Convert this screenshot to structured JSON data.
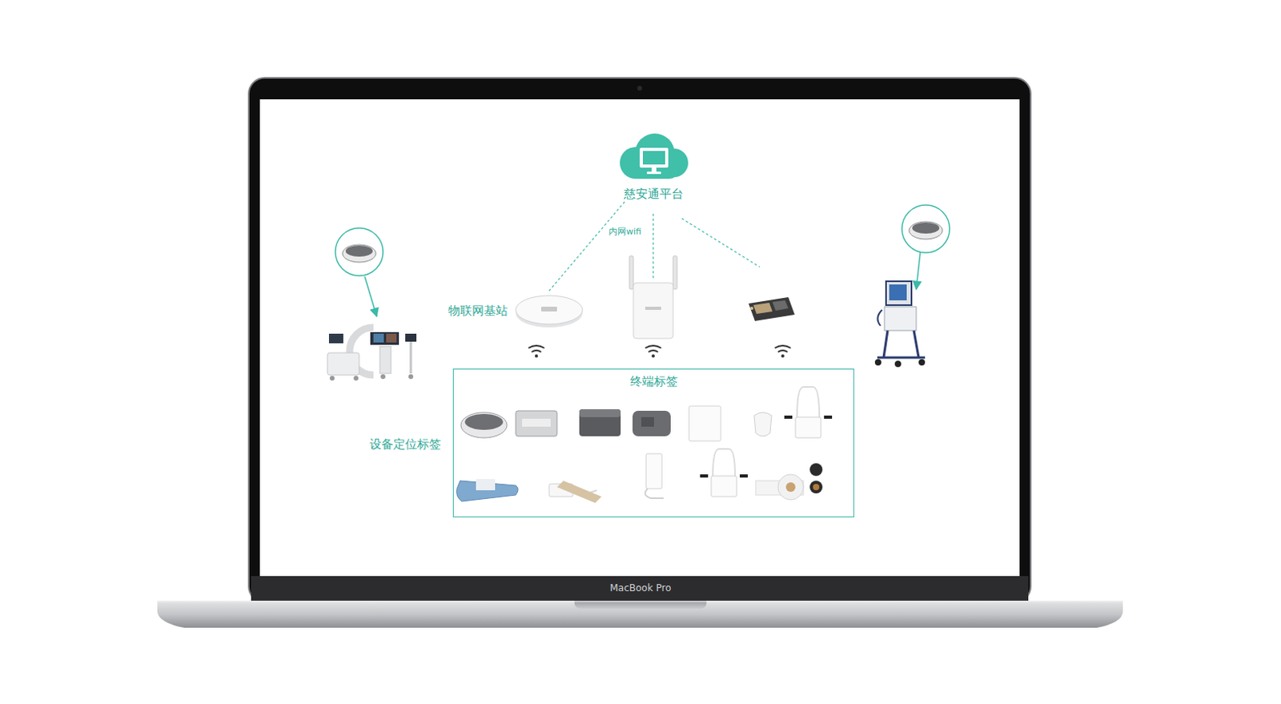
{
  "diagram": {
    "nodes": [
      {
        "text": [
          "慈安通平台"
        ]
      },
      {
        "text": [
          "物联网基站"
        ]
      },
      {
        "text": [
          "终端标签"
        ]
      }
    ],
    "edges": [
      {
        "from": 0,
        "to": 1,
        "arrow": "none"
      }
    ],
    "labels": [
      "内网wifi",
      "设备定位标签",
      "MacBook Pro"
    ]
  }
}
